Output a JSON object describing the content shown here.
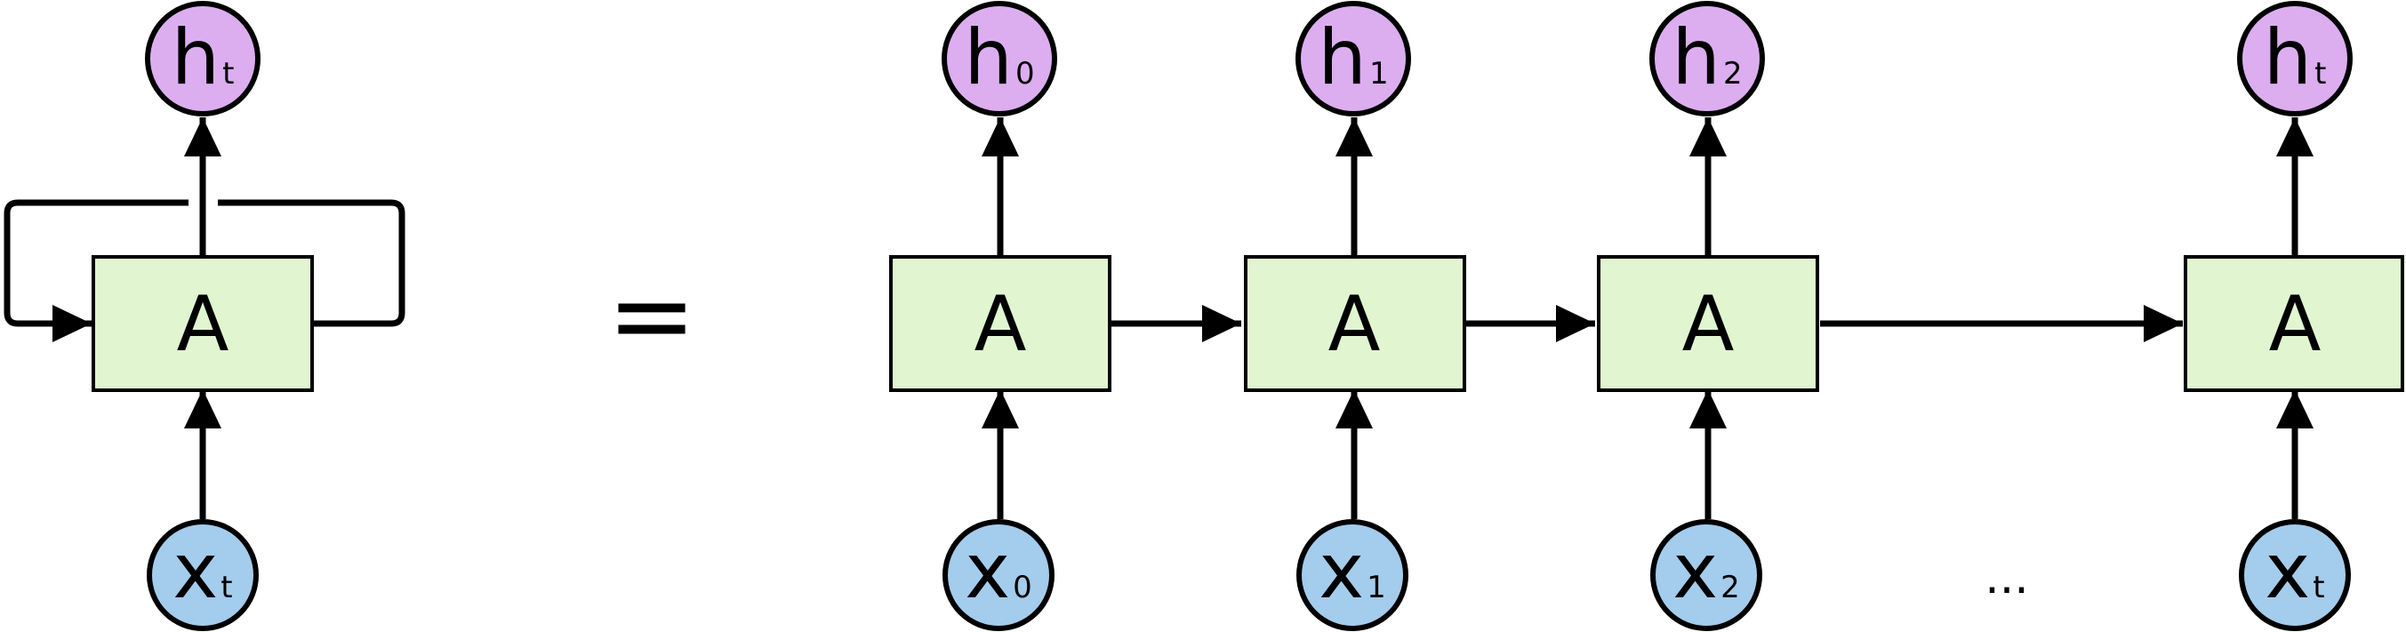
{
  "colors": {
    "output_node": "#dcaef0",
    "input_node": "#a4ccec",
    "cell_fill": "#e0f5d0",
    "stroke": "#000000"
  },
  "rolled": {
    "cell_label": "A",
    "output": {
      "main": "h",
      "sub": "t"
    },
    "input": {
      "main": "x",
      "sub": "t"
    }
  },
  "equals": "=",
  "ellipsis": "...",
  "unrolled": [
    {
      "cell_label": "A",
      "output": {
        "main": "h",
        "sub": "0"
      },
      "input": {
        "main": "x",
        "sub": "0"
      }
    },
    {
      "cell_label": "A",
      "output": {
        "main": "h",
        "sub": "1"
      },
      "input": {
        "main": "x",
        "sub": "1"
      }
    },
    {
      "cell_label": "A",
      "output": {
        "main": "h",
        "sub": "2"
      },
      "input": {
        "main": "x",
        "sub": "2"
      }
    },
    {
      "cell_label": "A",
      "output": {
        "main": "h",
        "sub": "t"
      },
      "input": {
        "main": "x",
        "sub": "t"
      }
    }
  ]
}
